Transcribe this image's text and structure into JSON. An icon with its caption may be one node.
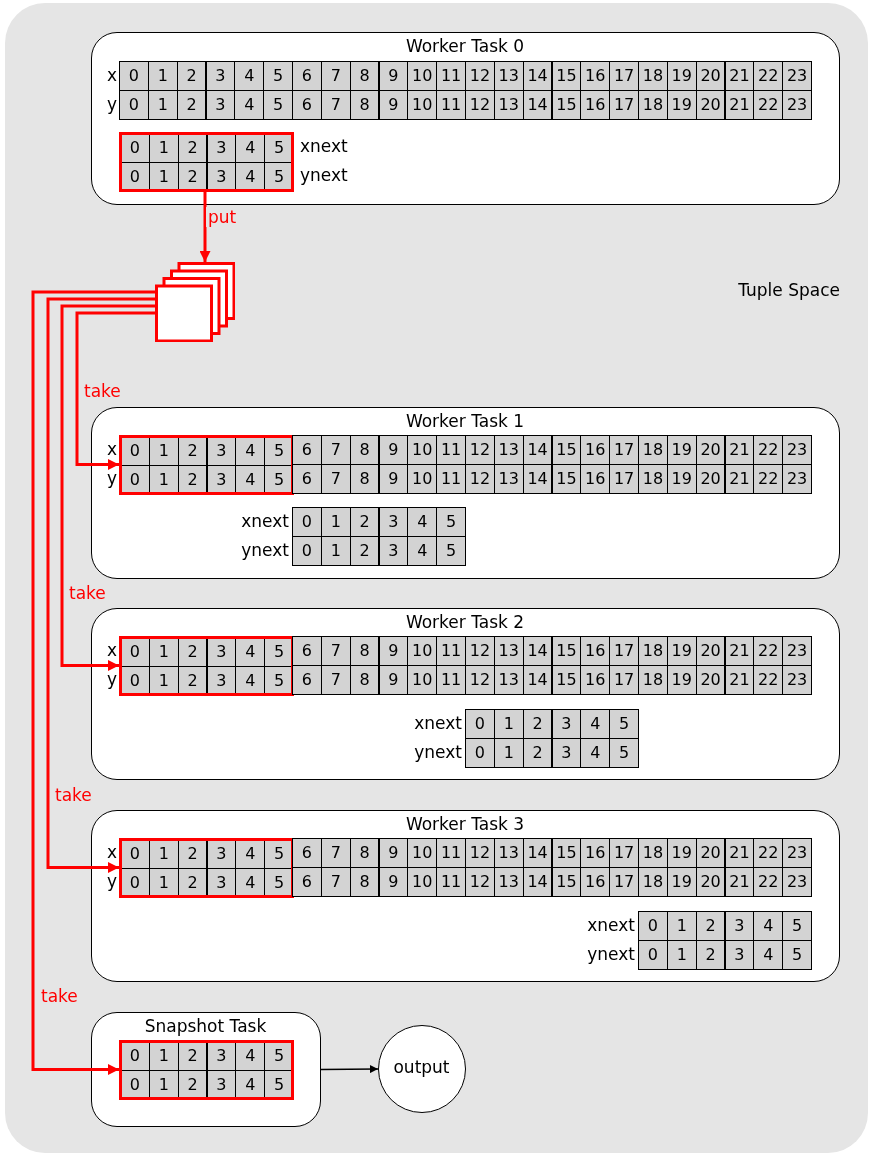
{
  "diagram": {
    "nodes": [
      {
        "text": [
          "Tuple Space"
        ]
      },
      {
        "text": [
          "Worker Task 0"
        ],
        "in": 0
      },
      {
        "text": [
          "0",
          "1",
          "2",
          "3",
          "4",
          "5",
          "0",
          "1",
          "2",
          "3",
          "4",
          "5"
        ],
        "in": 1
      },
      {
        "text": [],
        "shape": "box",
        "in": 0
      },
      {
        "text": [
          "Worker Task 1"
        ],
        "in": 0
      },
      {
        "text": [
          "0",
          "1",
          "2",
          "3",
          "4",
          "5",
          "0",
          "1",
          "2",
          "3",
          "4",
          "5"
        ],
        "in": 4
      },
      {
        "text": [
          "Worker Task 2"
        ],
        "in": 0
      },
      {
        "text": [
          "0",
          "1",
          "2",
          "3",
          "4",
          "5",
          "0",
          "1",
          "2",
          "3",
          "4",
          "5"
        ],
        "in": 6
      },
      {
        "text": [
          "Worker Task 3"
        ],
        "in": 0
      },
      {
        "text": [
          "0",
          "1",
          "2",
          "3",
          "4",
          "5",
          "0",
          "1",
          "2",
          "3",
          "4",
          "5"
        ],
        "in": 8
      },
      {
        "text": [
          "Snapshot Task"
        ],
        "in": 0
      },
      {
        "text": [
          "0",
          "1",
          "2",
          "3",
          "4",
          "5",
          "0",
          "1",
          "2",
          "3",
          "4",
          "5"
        ],
        "in": 10
      },
      {
        "text": [
          "output"
        ],
        "in": 0
      }
    ],
    "edges": [
      {
        "from": 2,
        "to": 3,
        "arrow": "to",
        "label": "put"
      },
      {
        "from": 3,
        "to": 5,
        "arrow": "to",
        "label": "take"
      },
      {
        "from": 3,
        "to": 7,
        "arrow": "to",
        "label": "take"
      },
      {
        "from": 3,
        "to": 9,
        "arrow": "to",
        "label": "take"
      },
      {
        "from": 3,
        "to": 11,
        "arrow": "to",
        "label": "take"
      },
      {
        "from": 10,
        "to": 12,
        "arrow": "to",
        "color": "#000000"
      }
    ],
    "labels": [
      "x",
      "0",
      "1",
      "2",
      "3",
      "4",
      "5",
      "6",
      "7",
      "8",
      "9",
      "10",
      "11",
      "12",
      "13",
      "14",
      "15",
      "16",
      "17",
      "18",
      "19",
      "20",
      "21",
      "22",
      "23",
      "y",
      "0",
      "1",
      "2",
      "3",
      "4",
      "5",
      "6",
      "7",
      "8",
      "9",
      "10",
      "11",
      "12",
      "13",
      "14",
      "15",
      "16",
      "17",
      "18",
      "19",
      "20",
      "21",
      "22",
      "23",
      "xnext",
      "ynext",
      "x",
      "6",
      "7",
      "8",
      "9",
      "10",
      "11",
      "12",
      "13",
      "14",
      "15",
      "16",
      "17",
      "18",
      "19",
      "20",
      "21",
      "22",
      "23",
      "y",
      "6",
      "7",
      "8",
      "9",
      "10",
      "11",
      "12",
      "13",
      "14",
      "15",
      "16",
      "17",
      "18",
      "19",
      "20",
      "21",
      "22",
      "23",
      "xnext",
      "0",
      "1",
      "2",
      "3",
      "4",
      "5",
      "ynext",
      "0",
      "1",
      "2",
      "3",
      "4",
      "5",
      "x",
      "6",
      "7",
      "8",
      "9",
      "10",
      "11",
      "12",
      "13",
      "14",
      "15",
      "16",
      "17",
      "18",
      "19",
      "20",
      "21",
      "22",
      "23",
      "y",
      "6",
      "7",
      "8",
      "9",
      "10",
      "11",
      "12",
      "13",
      "14",
      "15",
      "16",
      "17",
      "18",
      "19",
      "20",
      "21",
      "22",
      "23",
      "xnext",
      "0",
      "1",
      "2",
      "3",
      "4",
      "5",
      "ynext",
      "0",
      "1",
      "2",
      "3",
      "4",
      "5",
      "x",
      "6",
      "7",
      "8",
      "9",
      "10",
      "11",
      "12",
      "13",
      "14",
      "15",
      "16",
      "17",
      "18",
      "19",
      "20",
      "21",
      "22",
      "23",
      "y",
      "6",
      "7",
      "8",
      "9",
      "10",
      "11",
      "12",
      "13",
      "14",
      "15",
      "16",
      "17",
      "18",
      "19",
      "20",
      "21",
      "22",
      "23",
      "xnext",
      "0",
      "1",
      "2",
      "3",
      "4",
      "5",
      "ynext",
      "0",
      "1",
      "2",
      "3",
      "4",
      "5"
    ]
  }
}
